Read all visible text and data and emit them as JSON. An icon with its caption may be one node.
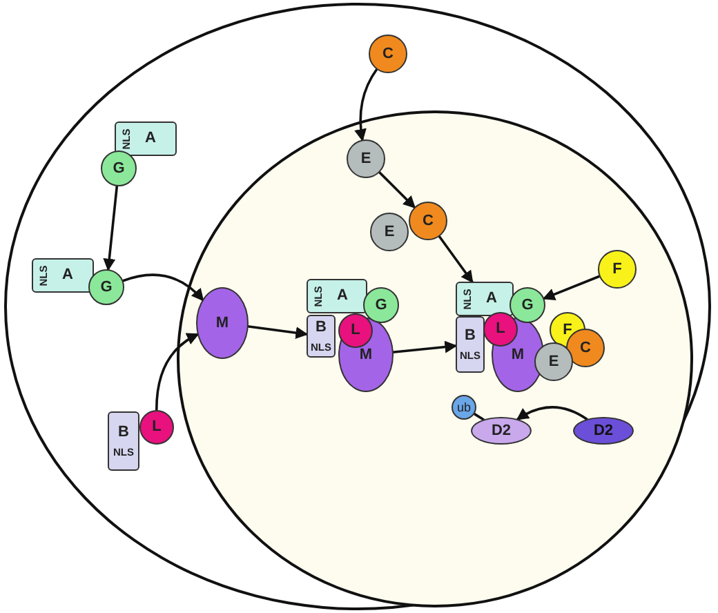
{
  "diagram": {
    "nodes": [
      {
        "text": [],
        "shape": "ellipse"
      },
      {
        "text": [],
        "shape": "ellipse",
        "in": 0
      },
      {
        "text": [
          "NLS",
          "A"
        ],
        "in": 0
      },
      {
        "text": [
          "G"
        ],
        "in": 0
      },
      {
        "text": [
          "NLS",
          "A"
        ],
        "in": 0
      },
      {
        "text": [
          "G"
        ],
        "in": 0
      },
      {
        "text": [
          "B",
          "NLS"
        ],
        "in": 0
      },
      {
        "text": [
          "L"
        ],
        "in": 0
      },
      {
        "text": [
          "C"
        ],
        "in": 0
      },
      {
        "text": [
          "E"
        ],
        "in": 1
      },
      {
        "text": [
          "E"
        ],
        "in": 1
      },
      {
        "text": [
          "C"
        ],
        "in": 1
      },
      {
        "text": [
          "M"
        ],
        "in": 1
      },
      {
        "text": [
          "NLS",
          "A"
        ],
        "in": 1
      },
      {
        "text": [
          "G"
        ],
        "in": 1
      },
      {
        "text": [
          "B",
          "NLS"
        ],
        "in": 1
      },
      {
        "text": [
          "L"
        ],
        "in": 1
      },
      {
        "text": [
          "M"
        ],
        "in": 1
      },
      {
        "text": [
          "NLS",
          "A"
        ],
        "in": 1
      },
      {
        "text": [
          "G"
        ],
        "in": 1
      },
      {
        "text": [
          "B",
          "NLS"
        ],
        "in": 1
      },
      {
        "text": [
          "L"
        ],
        "in": 1
      },
      {
        "text": [
          "M"
        ],
        "in": 1
      },
      {
        "text": [
          "F"
        ],
        "in": 1
      },
      {
        "text": [
          "E"
        ],
        "in": 1
      },
      {
        "text": [
          "C"
        ],
        "in": 1
      },
      {
        "text": [
          "F"
        ],
        "in": 1
      },
      {
        "text": [
          "ub"
        ],
        "in": 1
      },
      {
        "text": [
          "D2"
        ],
        "in": 1
      },
      {
        "text": [
          "D2"
        ],
        "in": 1
      }
    ],
    "edges": [
      {
        "from": 3,
        "to": 5,
        "arrow": "to"
      },
      {
        "from": 5,
        "to": 12,
        "arrow": "to"
      },
      {
        "from": 7,
        "to": 12,
        "arrow": "to"
      },
      {
        "from": 8,
        "to": 9,
        "arrow": "to"
      },
      {
        "from": 9,
        "to": 11,
        "arrow": "to"
      },
      {
        "from": 11,
        "to": 18,
        "arrow": "to"
      },
      {
        "from": 26,
        "to": 19,
        "arrow": "to"
      },
      {
        "from": 12,
        "to": 15,
        "arrow": "to"
      },
      {
        "from": 17,
        "to": 20,
        "arrow": "to"
      },
      {
        "from": 29,
        "to": 28,
        "arrow": "to"
      },
      {
        "from": 27,
        "to": 28,
        "arrow": "none"
      }
    ]
  }
}
